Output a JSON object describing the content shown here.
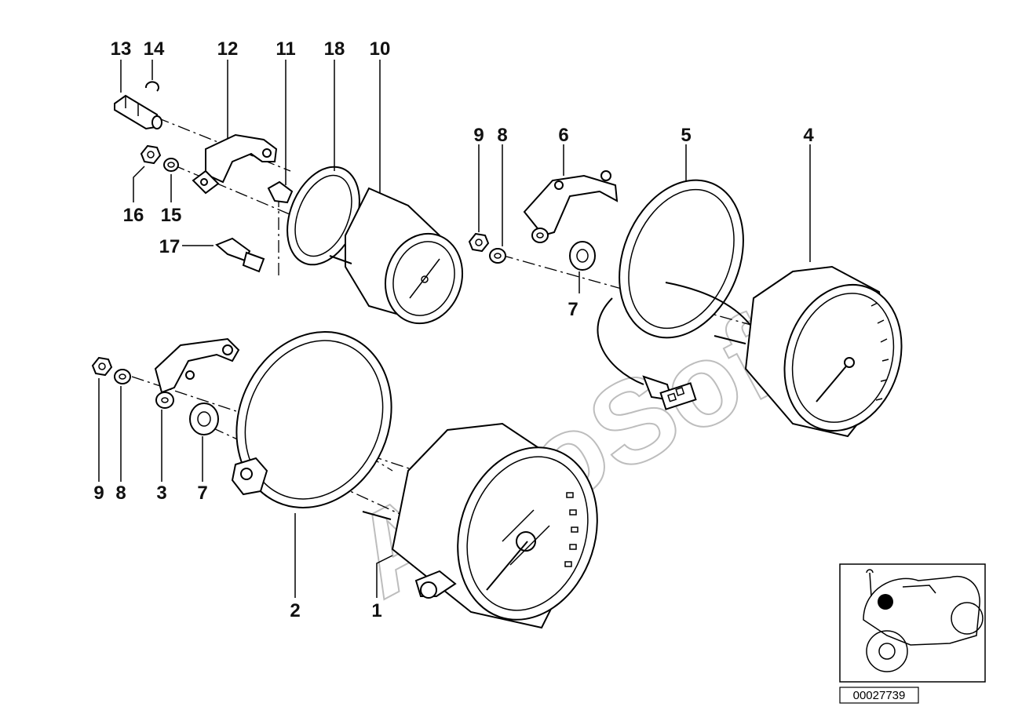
{
  "watermark": "AutoSoft",
  "reference_number": "00027739",
  "callouts": {
    "c13": "13",
    "c14": "14",
    "c12": "12",
    "c11": "11",
    "c18": "18",
    "c10": "10",
    "c16": "16",
    "c15": "15",
    "c17": "17",
    "c9a": "9",
    "c8a": "8",
    "c6": "6",
    "c5": "5",
    "c4": "4",
    "c7a": "7",
    "c9b": "9",
    "c8b": "8",
    "c3": "3",
    "c7b": "7",
    "c2": "2",
    "c1": "1"
  }
}
